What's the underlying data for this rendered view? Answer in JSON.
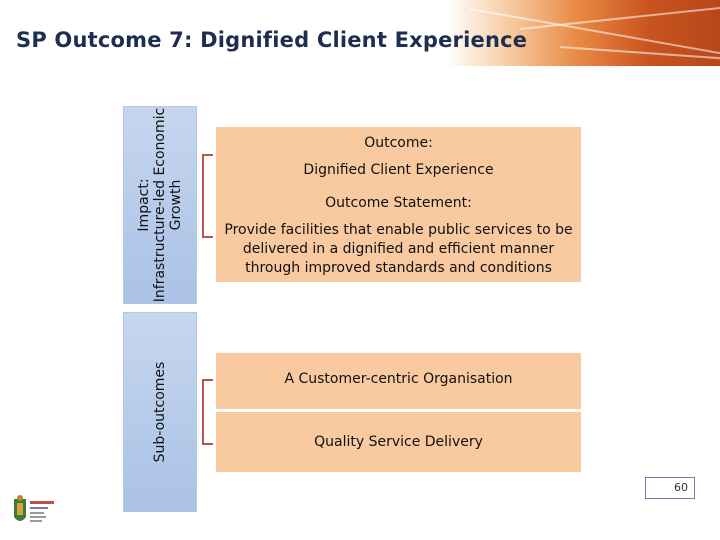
{
  "slide": {
    "title": "SP Outcome 7: Dignified Client Experience",
    "page_number": "60"
  },
  "impact_bar": {
    "lines": [
      "Impact:",
      "Infrastructure-led Economic",
      "Growth"
    ]
  },
  "sub_outcomes_bar": {
    "label": "Sub-outcomes"
  },
  "outcome_box": {
    "heading": "Outcome:",
    "text": "Dignified Client Experience"
  },
  "statement_box": {
    "heading": "Outcome Statement:",
    "text": "Provide facilities that enable public services to be delivered in a dignified and efficient manner through improved standards and conditions"
  },
  "sub_outcomes": [
    "A Customer-centric Organisation",
    "Quality Service Delivery"
  ],
  "colors": {
    "title": "#1f2d53",
    "box_fill": "#f9c9a0",
    "side_bar_fill": "#aac2e6",
    "bracket": "#c0504d"
  },
  "icons": {
    "logo": "south-africa-coat-of-arms-icon"
  }
}
